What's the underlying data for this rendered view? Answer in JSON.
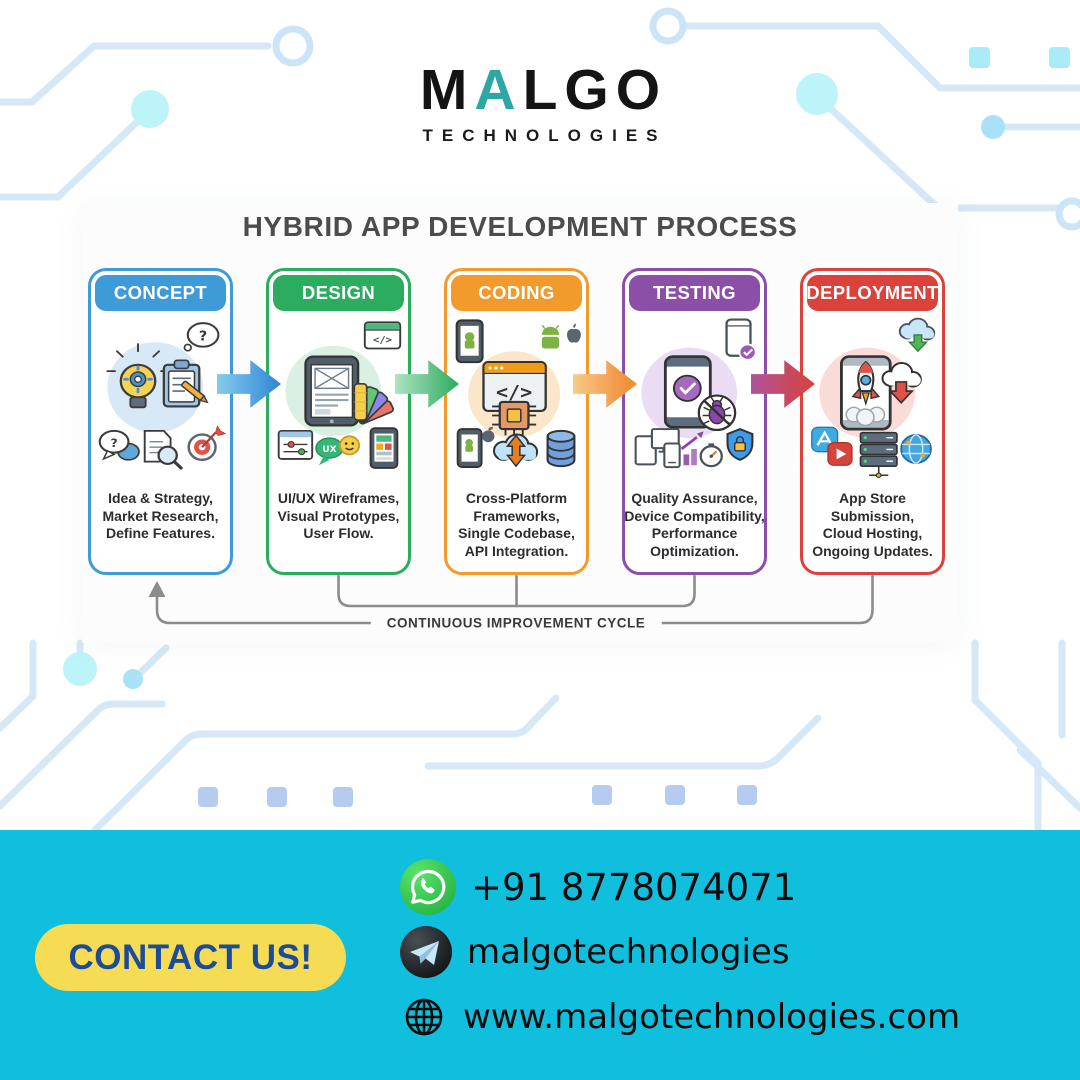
{
  "brand": {
    "logo": {
      "part1": "M",
      "accent": "A",
      "part2": "LGO",
      "accent_color": "#2BA8A4",
      "subtitle": "TECHNOLOGIES"
    }
  },
  "process": {
    "title": "HYBRID APP DEVELOPMENT PROCESS",
    "cycle_label": "CONTINUOUS IMPROVEMENT CYCLE",
    "stages": [
      {
        "name": "CONCEPT",
        "color": "#3E9BD8",
        "tint": "#D7E9F7",
        "lines": [
          "Idea & Strategy,",
          "Market Research,",
          "Define Features.",
          ""
        ]
      },
      {
        "name": "DESIGN",
        "color": "#2BAC5E",
        "tint": "#D9F0E2",
        "lines": [
          "UI/UX Wireframes,",
          "Visual Prototypes,",
          "User Flow.",
          ""
        ]
      },
      {
        "name": "CODING",
        "color": "#F29A2B",
        "tint": "#FBE6C9",
        "lines": [
          "Cross-Platform",
          "Frameworks,",
          "Single Codebase,",
          "API Integration."
        ]
      },
      {
        "name": "TESTING",
        "color": "#8C4FA8",
        "tint": "#EADCF2",
        "lines": [
          "Quality Assurance,",
          "Device Compatibility,",
          "Performance",
          "Optimization."
        ]
      },
      {
        "name": "DEPLOYMENT",
        "color": "#DA423B",
        "tint": "#F9DBD8",
        "lines": [
          "App Store",
          "Submission,",
          "Cloud Hosting,",
          "Ongoing Updates."
        ]
      }
    ],
    "arrows": [
      {
        "from": "#86CBEE",
        "to": "#2E86D4"
      },
      {
        "from": "#AEE3C4",
        "to": "#2BAC5E"
      },
      {
        "from": "#F8C98A",
        "to": "#EF872B"
      },
      {
        "from": "#AE5499",
        "to": "#D9413A"
      }
    ],
    "glyphs": {
      "question": "?",
      "code": "</>",
      "ux": "UX"
    }
  },
  "contact": {
    "band_color": "#0FBFDD",
    "button": {
      "label": "CONTACT US!",
      "bg": "#F6DC55",
      "text_color": "#1B4B9B"
    },
    "items": [
      {
        "icon": "whatsapp",
        "value": "+91 8778074071"
      },
      {
        "icon": "telegram",
        "value": "malgotechnologies"
      },
      {
        "icon": "globe",
        "value": "www.malgotechnologies.com"
      }
    ]
  }
}
